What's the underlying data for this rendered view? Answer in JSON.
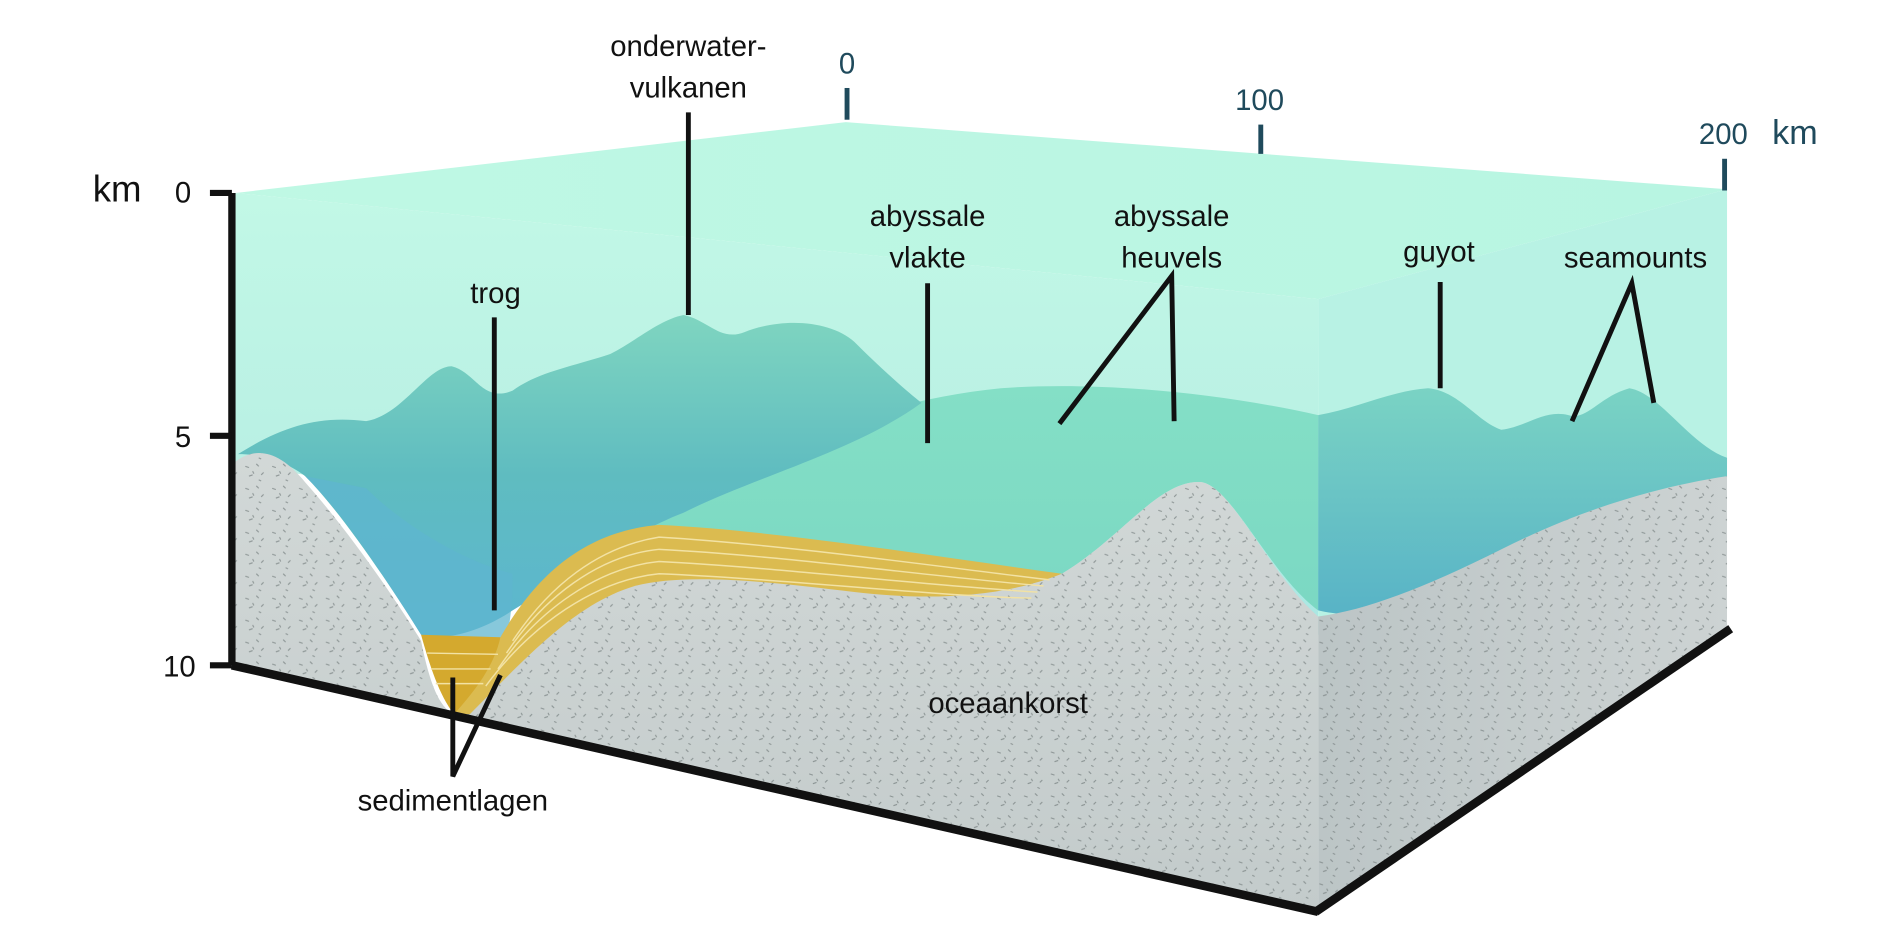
{
  "diagram": {
    "type": "ocean-floor-block-diagram",
    "language": "nl",
    "colors": {
      "water_top": "#bff7e3",
      "water_light": "#b6efe6",
      "seafloor": "#7fd9c3",
      "seafloor_dark": "#4fb0bf",
      "trench_deep": "#5fb6cf",
      "sediment": "#d9b94a",
      "sediment_line": "#f1dfa0",
      "crust": "#c9d0d0",
      "axis": "#111111",
      "axis_teal": "#1f4a5c"
    },
    "depth_axis": {
      "unit": "km",
      "ticks": [
        "0",
        "5",
        "10"
      ]
    },
    "distance_axis": {
      "unit": "km",
      "ticks": [
        "0",
        "100",
        "200"
      ]
    },
    "labels": {
      "underwater_volcanoes_line1": "onderwater-",
      "underwater_volcanoes_line2": "vulkanen",
      "trench": "trog",
      "abyssal_plain_line1": "abyssale",
      "abyssal_plain_line2": "vlakte",
      "abyssal_hills_line1": "abyssale",
      "abyssal_hills_line2": "heuvels",
      "guyot": "guyot",
      "seamounts": "seamounts",
      "sediment_layers": "sedimentlagen",
      "oceanic_crust": "oceaankorst"
    }
  }
}
